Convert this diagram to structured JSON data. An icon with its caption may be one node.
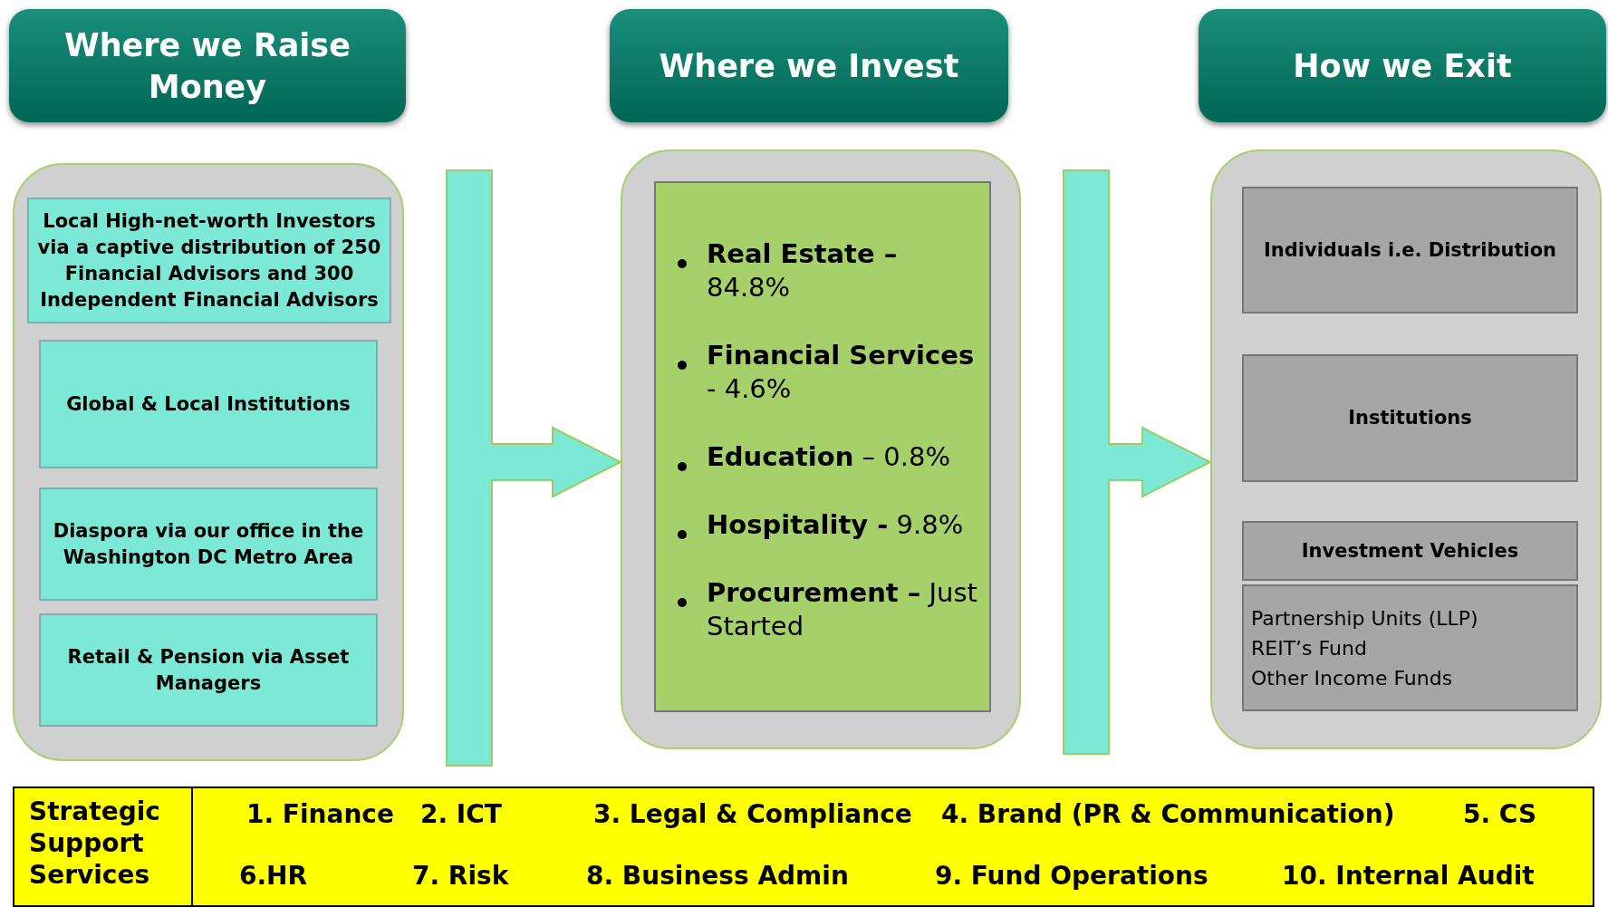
{
  "diagram": {
    "nodes": [
      {
        "text": [
          "Where we Raise Money"
        ]
      },
      {
        "text": [
          "Where we Invest"
        ]
      },
      {
        "text": [
          "How we Exit"
        ]
      },
      {
        "text": [],
        "shape": "box"
      },
      {
        "text": [
          "Local High-net-worth Investors via a captive distribution of 250 Financial Advisors and 300 Independent Financial Advisors"
        ],
        "in": 3
      },
      {
        "text": [
          "Global & Local Institutions"
        ],
        "in": 3
      },
      {
        "text": [
          "Diaspora via our office in the Washington DC Metro Area"
        ],
        "in": 3
      },
      {
        "text": [
          "Retail & Pension via Asset Managers"
        ],
        "in": 3
      },
      {
        "text": [],
        "shape": "box"
      },
      {
        "text": [
          "**Real Estate –** 84.8%",
          "**Financial Services** - 4.6%",
          "**Education** – 0.8%",
          "**Hospitality -** 9.8%",
          "**Procurement –** Just Started"
        ],
        "in": 8
      },
      {
        "text": [],
        "shape": "box"
      },
      {
        "text": [
          "Individuals i.e. Distribution"
        ],
        "in": 10
      },
      {
        "text": [
          "Institutions"
        ],
        "in": 10
      },
      {
        "text": [
          "Investment Vehicles"
        ],
        "in": 10
      },
      {
        "text": [
          "Partnership Units (LLP)",
          "REIT’s Fund",
          "Other Income Funds"
        ],
        "in": 10
      },
      {
        "text": [
          "Strategic Support Services",
          "1. Finance",
          "2. ICT",
          "3. Legal & Compliance",
          "4. Brand (PR & Communication)",
          "5. CS",
          "6.HR",
          "7. Risk",
          "8. Business Admin",
          "9. Fund Operations",
          "10. Internal Audit"
        ]
      }
    ],
    "edges": [
      {
        "from": 3,
        "to": 8,
        "arrow": "to"
      },
      {
        "from": 8,
        "to": 10,
        "arrow": "to"
      }
    ]
  }
}
